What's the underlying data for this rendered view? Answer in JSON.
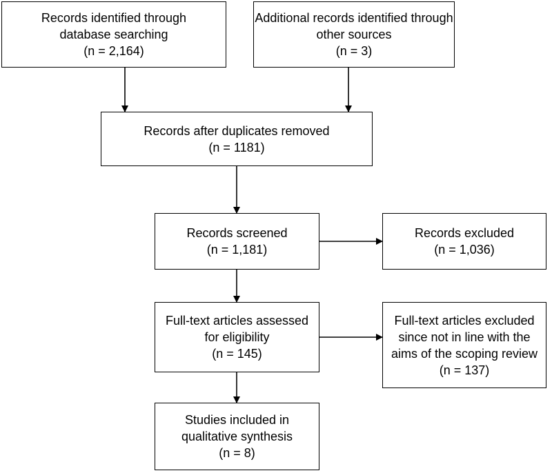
{
  "boxes": {
    "identified_db": {
      "lines": [
        "Records identified through",
        "database searching",
        "(n = 2,164)"
      ]
    },
    "identified_other": {
      "lines": [
        "Additional records identified through",
        "other sources",
        "(n = 3)"
      ]
    },
    "duplicates_removed": {
      "lines": [
        "Records after duplicates removed",
        "(n = 1181)"
      ]
    },
    "screened": {
      "lines": [
        "Records screened",
        "(n = 1,181)"
      ]
    },
    "excluded": {
      "lines": [
        "Records excluded",
        "(n = 1,036)"
      ]
    },
    "fulltext_assessed": {
      "lines": [
        "Full-text articles assessed",
        "for eligibility",
        "(n = 145)"
      ]
    },
    "fulltext_excluded": {
      "lines": [
        "Full-text articles excluded",
        "since not in line with the",
        "aims of the scoping review",
        "(n = 137)"
      ]
    },
    "included": {
      "lines": [
        "Studies included in",
        "qualitative synthesis",
        "(n = 8)"
      ]
    }
  }
}
